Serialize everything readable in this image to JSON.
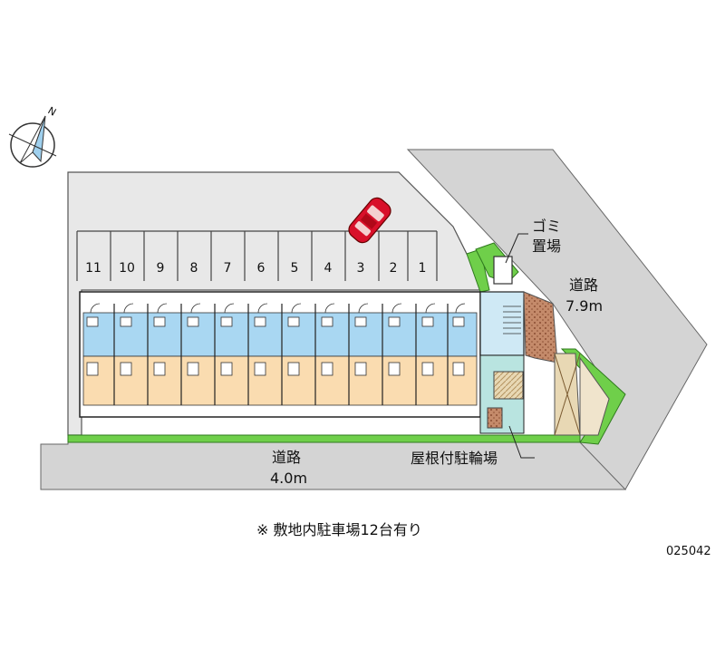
{
  "road_east": {
    "name": "道路",
    "width": "7.9m"
  },
  "road_south": {
    "name": "道路",
    "width": "4.0m"
  },
  "garbage": {
    "line1": "ゴミ",
    "line2": "置場"
  },
  "bicycle_parking": "屋根付駐輪場",
  "parking_numbers": [
    "11",
    "10",
    "9",
    "8",
    "7",
    "6",
    "5",
    "4",
    "3",
    "2",
    "1"
  ],
  "note": "※ 敷地内駐車場12台有り",
  "property_code": "025042",
  "compass": {
    "north_label": "N"
  },
  "colors": {
    "road": "#d4d4d4",
    "lot": "#e8e8e8",
    "unit_floor": "#fadcb0",
    "unit_bath": "#a9d7f2",
    "grass": "#6fcf4a",
    "car": "#d8102a",
    "brick": "#b07050"
  }
}
